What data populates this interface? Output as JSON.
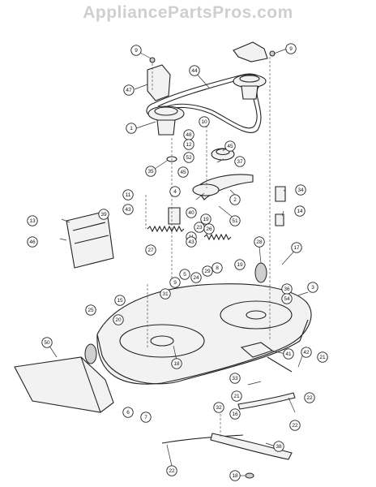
{
  "watermark": "AppliancePartsPros.com",
  "callouts": [
    {
      "id": "c-9a",
      "label": "9"
    },
    {
      "id": "c-9b",
      "label": "9"
    },
    {
      "id": "c-47",
      "label": "47"
    },
    {
      "id": "c-44",
      "label": "44"
    },
    {
      "id": "c-1",
      "label": "1"
    },
    {
      "id": "c-10",
      "label": "10"
    },
    {
      "id": "c-48",
      "label": "48"
    },
    {
      "id": "c-12",
      "label": "12"
    },
    {
      "id": "c-52",
      "label": "52"
    },
    {
      "id": "c-45a",
      "label": "45"
    },
    {
      "id": "c-37",
      "label": "37"
    },
    {
      "id": "c-35",
      "label": "35"
    },
    {
      "id": "c-45b",
      "label": "45"
    },
    {
      "id": "c-4",
      "label": "4"
    },
    {
      "id": "c-2",
      "label": "2"
    },
    {
      "id": "c-11a",
      "label": "11"
    },
    {
      "id": "c-43a",
      "label": "43"
    },
    {
      "id": "c-40",
      "label": "40"
    },
    {
      "id": "c-19a",
      "label": "19"
    },
    {
      "id": "c-51",
      "label": "51"
    },
    {
      "id": "c-34",
      "label": "34"
    },
    {
      "id": "c-14",
      "label": "14"
    },
    {
      "id": "c-13",
      "label": "13"
    },
    {
      "id": "c-39",
      "label": "39"
    },
    {
      "id": "c-46",
      "label": "46"
    },
    {
      "id": "c-23",
      "label": "23"
    },
    {
      "id": "c-11b",
      "label": "11"
    },
    {
      "id": "c-43b",
      "label": "43"
    },
    {
      "id": "c-26",
      "label": "26"
    },
    {
      "id": "c-27",
      "label": "27"
    },
    {
      "id": "c-28",
      "label": "28"
    },
    {
      "id": "c-17",
      "label": "17"
    },
    {
      "id": "c-8",
      "label": "8"
    },
    {
      "id": "c-19b",
      "label": "19"
    },
    {
      "id": "c-5",
      "label": "5"
    },
    {
      "id": "c-24",
      "label": "24"
    },
    {
      "id": "c-29",
      "label": "29"
    },
    {
      "id": "c-9c",
      "label": "9"
    },
    {
      "id": "c-31",
      "label": "31"
    },
    {
      "id": "c-3",
      "label": "3"
    },
    {
      "id": "c-36",
      "label": "36"
    },
    {
      "id": "c-54",
      "label": "54"
    },
    {
      "id": "c-15",
      "label": "15"
    },
    {
      "id": "c-25",
      "label": "25"
    },
    {
      "id": "c-20",
      "label": "20"
    },
    {
      "id": "c-50",
      "label": "50"
    },
    {
      "id": "c-18a",
      "label": "18"
    },
    {
      "id": "c-41",
      "label": "41"
    },
    {
      "id": "c-42",
      "label": "42"
    },
    {
      "id": "c-21a",
      "label": "21"
    },
    {
      "id": "c-33",
      "label": "33"
    },
    {
      "id": "c-22a",
      "label": "22"
    },
    {
      "id": "c-21b",
      "label": "21"
    },
    {
      "id": "c-6",
      "label": "6"
    },
    {
      "id": "c-7",
      "label": "7"
    },
    {
      "id": "c-32",
      "label": "32"
    },
    {
      "id": "c-16",
      "label": "16"
    },
    {
      "id": "c-22b",
      "label": "22"
    },
    {
      "id": "c-38",
      "label": "38"
    },
    {
      "id": "c-22c",
      "label": "22"
    },
    {
      "id": "c-18b",
      "label": "18"
    }
  ]
}
